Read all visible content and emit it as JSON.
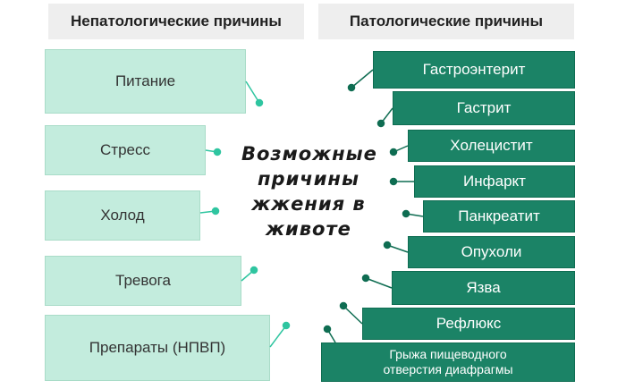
{
  "headers": {
    "left": "Непатологические причины",
    "right": "Патологические причины"
  },
  "center_title": "Возможные причины жжения в животе",
  "left_causes": [
    "Питание",
    "Стресс",
    "Холод",
    "Тревога",
    "Препараты (НПВП)"
  ],
  "right_causes": [
    "Гастроэнтерит",
    "Гастрит",
    "Холецистит",
    "Инфаркт",
    "Панкреатит",
    "Опухоли",
    "Язва",
    "Рефлюкс",
    "Грыжа пищеводного отверстия диафрагмы"
  ],
  "colors": {
    "left_fill": "#c3ecdd",
    "right_fill": "#1b8366",
    "header_fill": "#eeeeee",
    "connector_light": "#2fc5a0",
    "connector_dark": "#0f6d52"
  }
}
